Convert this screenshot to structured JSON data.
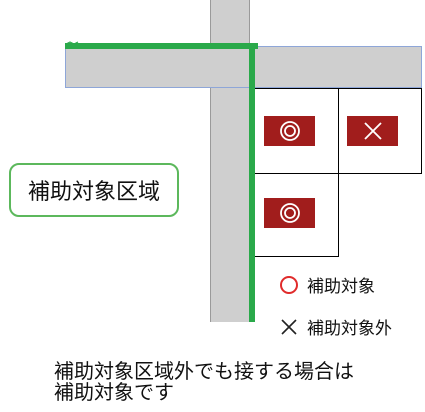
{
  "area_label": "補助対象区域",
  "legend": {
    "eligible_symbol": "○",
    "eligible_label": "補助対象",
    "ineligible_symbol": "×",
    "ineligible_label": "補助対象外"
  },
  "caption": {
    "line1": "補助対象区域外でも接する場合は",
    "line2": "補助対象です"
  },
  "parcels": [
    {
      "status": "eligible",
      "icon": "double-circle-icon"
    },
    {
      "status": "ineligible",
      "icon": "cross-icon"
    },
    {
      "status": "eligible",
      "icon": "double-circle-icon"
    }
  ],
  "colors": {
    "boundary_green": "#2aa94a",
    "marker_red": "#a11d1c",
    "road_gray": "#cfcfcf",
    "label_border": "#5cb85c",
    "legend_circle": "#e02b2b"
  }
}
